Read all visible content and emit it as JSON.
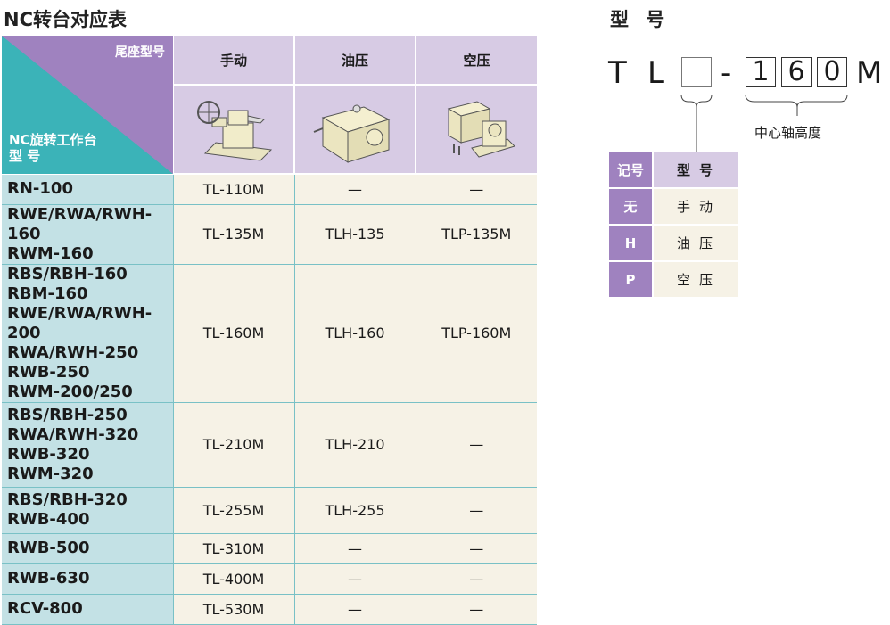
{
  "titles": {
    "main": "NC转台对应表",
    "model": "型 号"
  },
  "table": {
    "corner_tail": "尾座型号",
    "corner_nc_line1": "NC旋转工作台",
    "corner_nc_line2": "型 号",
    "columns": [
      "手动",
      "油压",
      "空压"
    ],
    "rows": [
      {
        "models": [
          "RN-100"
        ],
        "values": [
          "TL-110M",
          "—",
          "—"
        ]
      },
      {
        "models": [
          "RWE/RWA/RWH-160",
          "RWM-160"
        ],
        "values": [
          "TL-135M",
          "TLH-135",
          "TLP-135M"
        ]
      },
      {
        "models": [
          "RBS/RBH-160",
          "RBM-160",
          "RWE/RWA/RWH-200",
          "RWA/RWH-250",
          "RWB-250",
          "RWM-200/250"
        ],
        "values": [
          "TL-160M",
          "TLH-160",
          "TLP-160M"
        ]
      },
      {
        "models": [
          "RBS/RBH-250",
          "RWA/RWH-320",
          "RWB-320",
          "RWM-320"
        ],
        "values": [
          "TL-210M",
          "TLH-210",
          "—"
        ]
      },
      {
        "models": [
          "RBS/RBH-320",
          "RWB-400"
        ],
        "values": [
          "TL-255M",
          "TLH-255",
          "—"
        ]
      },
      {
        "models": [
          "RWB-500"
        ],
        "values": [
          "TL-310M",
          "—",
          "—"
        ]
      },
      {
        "models": [
          "RWB-630"
        ],
        "values": [
          "TL-400M",
          "—",
          "—"
        ]
      },
      {
        "models": [
          "RCV-800"
        ],
        "values": [
          "TL-530M",
          "—",
          "—"
        ]
      }
    ]
  },
  "model_code": {
    "prefix": [
      "T",
      "L"
    ],
    "dash": "-",
    "digits": [
      "1",
      "6",
      "0"
    ],
    "suffix": "M",
    "center_height_label": "中心轴高度"
  },
  "code_table": {
    "header": [
      "记号",
      "型号"
    ],
    "rows": [
      [
        "无",
        "手动"
      ],
      [
        "H",
        "油压"
      ],
      [
        "P",
        "空压"
      ]
    ]
  },
  "colors": {
    "purple_dark": "#9f82bf",
    "purple_light": "#d7cbe4",
    "teal_dark": "#3bb3b8",
    "teal_light": "#c3e1e5",
    "cream": "#f6f2e6"
  }
}
